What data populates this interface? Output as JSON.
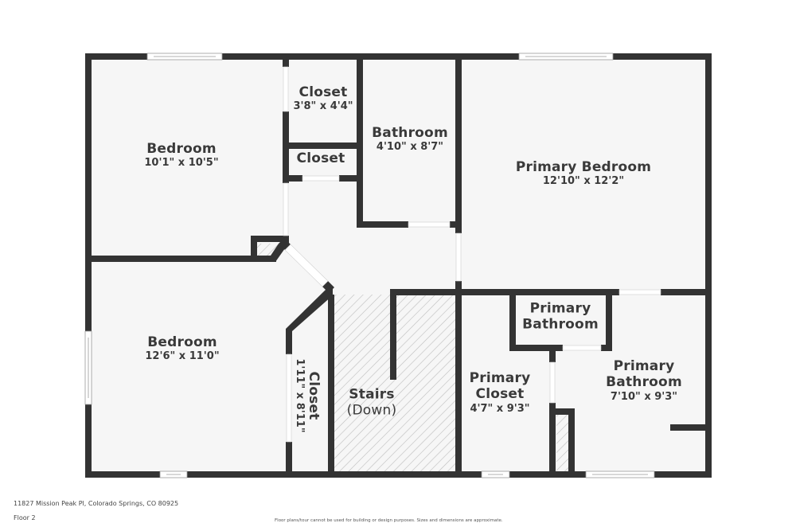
{
  "floor_plan": {
    "address": "11827 Mission Peak Pl, Colorado Springs, CO 80925",
    "floor": "Floor 2",
    "disclaimer": "Floor plans/tour cannot be used for building or design purposes. Sizes and dimensions are approximate.",
    "colors": {
      "wall": "#333333",
      "floor": "#f6f6f6",
      "background": "#ffffff",
      "hatch": "#bdbdbd"
    },
    "rooms": [
      {
        "id": "bedroom-1",
        "name": "Bedroom",
        "dimensions": "10'1\" x 10'5\""
      },
      {
        "id": "closet-1",
        "name": "Closet",
        "dimensions": "3'8\" x 4'4\""
      },
      {
        "id": "closet-2",
        "name": "Closet",
        "dimensions": ""
      },
      {
        "id": "bathroom",
        "name": "Bathroom",
        "dimensions": "4'10\" x 8'7\""
      },
      {
        "id": "primary-bedroom",
        "name": "Primary Bedroom",
        "dimensions": "12'10\" x 12'2\""
      },
      {
        "id": "bedroom-2",
        "name": "Bedroom",
        "dimensions": "12'6\" x 11'0\""
      },
      {
        "id": "closet-3",
        "name": "Closet",
        "dimensions": "1'11\" x 8'11\""
      },
      {
        "id": "stairs",
        "name": "Stairs",
        "dimensions": "(Down)"
      },
      {
        "id": "primary-closet",
        "name": "Primary Closet",
        "dimensions": "4'7\" x 9'3\""
      },
      {
        "id": "primary-bathroom-wc",
        "name": "Primary Bathroom",
        "dimensions": ""
      },
      {
        "id": "primary-bathroom",
        "name": "Primary Bathroom",
        "dimensions": "7'10\" x 9'3\""
      }
    ]
  }
}
